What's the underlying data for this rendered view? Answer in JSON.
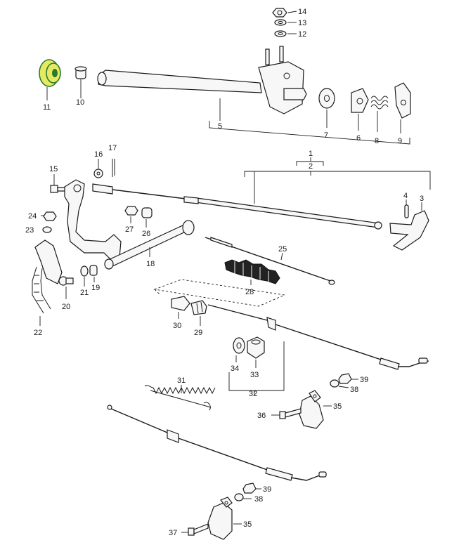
{
  "colors": {
    "highlight_fill": "#e6ea62",
    "highlight_stroke": "#2a7a2a",
    "ink": "#1a1a1a"
  },
  "highlighted_part": "11",
  "labels": {
    "p1": "1",
    "p2": "2",
    "p3": "3",
    "p4": "4",
    "p5": "5",
    "p6": "6",
    "p7": "7",
    "p8": "8",
    "p9": "9",
    "p10": "10",
    "p11": "11",
    "p12": "12",
    "p13": "13",
    "p14": "14",
    "p15": "15",
    "p16": "16",
    "p17": "17",
    "p18": "18",
    "p19": "19",
    "p20": "20",
    "p21": "21",
    "p22": "22",
    "p23": "23",
    "p24": "24",
    "p25": "25",
    "p26": "26",
    "p27": "27",
    "p28": "28",
    "p29": "29",
    "p30": "30",
    "p31": "31",
    "p32": "32",
    "p33": "33",
    "p34": "34",
    "p35": "35",
    "p35b": "35",
    "p36": "36",
    "p37": "37",
    "p38": "38",
    "p38b": "38",
    "p39": "39",
    "p39b": "39"
  }
}
